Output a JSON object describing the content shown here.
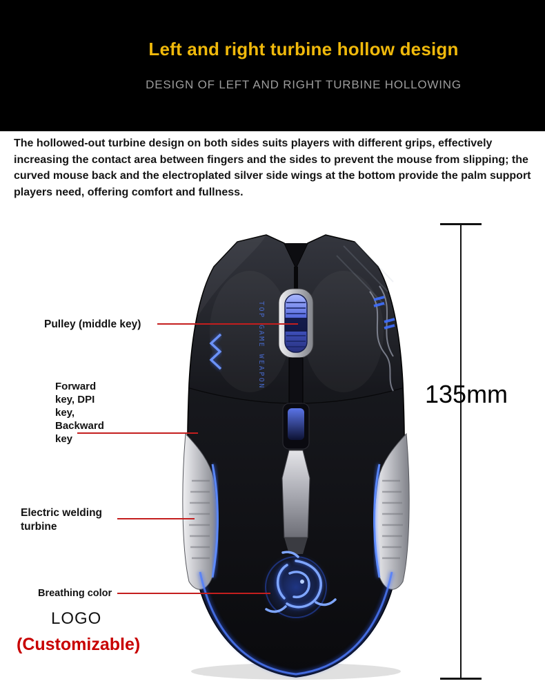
{
  "header": {
    "title": "Left and right turbine hollow design",
    "subtitle": "DESIGN OF LEFT AND RIGHT TURBINE HOLLOWING"
  },
  "description": "The hollowed-out turbine design on both sides suits players with different grips, effectively increasing the contact area between fingers and the sides to prevent the mouse from slipping; the curved mouse back and the electroplated silver side wings at the bottom provide the palm support players need, offering comfort and fullness.",
  "labels": {
    "pulley": "Pulley (middle key)",
    "keys": "Forward key, DPI key, Backward key",
    "turbine": "Electric welding turbine",
    "breathing": "Breathing color",
    "logo": "LOGO",
    "customizable": "(Customizable)",
    "height": "135mm"
  },
  "mouse": {
    "side_text": "TOP GAME WEAPON"
  },
  "colors": {
    "title_yellow": "#f0b90b",
    "subtitle_gray": "#9c9c9c",
    "annotation_red": "#c41e1e",
    "customizable_red": "#c80000",
    "glow_blue": "#3f6fff"
  }
}
